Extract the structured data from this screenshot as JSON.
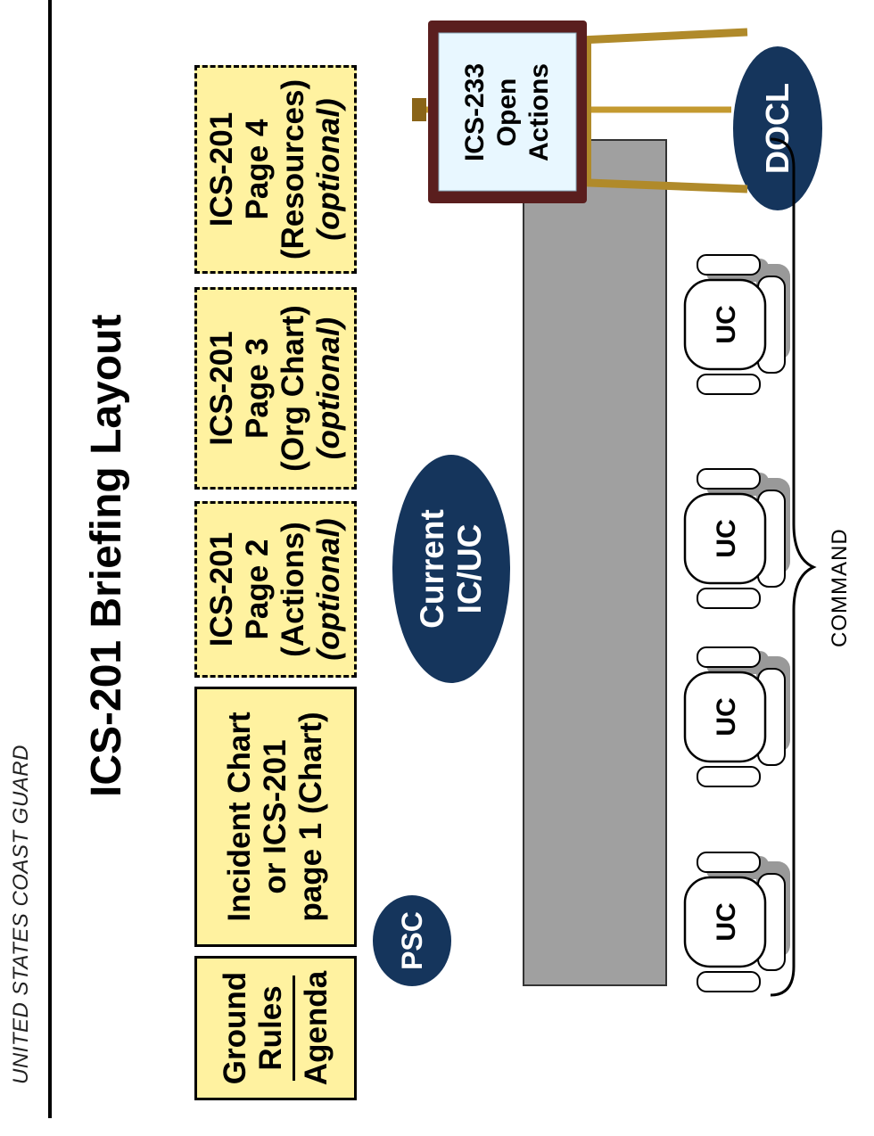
{
  "header": {
    "org": "UNITED STATES COAST GUARD"
  },
  "title": "ICS-201 Briefing Layout",
  "boxes": {
    "ground_rules": {
      "line1": "Ground",
      "line2": "Rules",
      "line3": "Agenda"
    },
    "incident_chart": {
      "line1": "Incident Chart",
      "line2": "or ICS-201",
      "line3": "page 1 (Chart)"
    },
    "page2": {
      "line1": "ICS-201",
      "line2": "Page 2",
      "line3": "(Actions)",
      "line4": "(optional)"
    },
    "page3": {
      "line1": "ICS-201",
      "line2": "Page 3",
      "line3": "(Org Chart)",
      "line4": "(optional)"
    },
    "page4": {
      "line1": "ICS-201",
      "line2": "Page 4",
      "line3": "(Resources)",
      "line4": "(optional)"
    }
  },
  "ovals": {
    "psc": "PSC",
    "current_line1": "Current",
    "current_line2": "IC/UC",
    "docl": "DOCL"
  },
  "easel": {
    "line1": "ICS-233",
    "line2": "Open",
    "line3": "Actions"
  },
  "chairs": [
    "UC",
    "UC",
    "UC",
    "UC"
  ],
  "brace_label": "COMMAND",
  "colors": {
    "box_fill": "#fff2a0",
    "oval_fill": "#15355c",
    "table_fill": "#a0a0a0"
  }
}
